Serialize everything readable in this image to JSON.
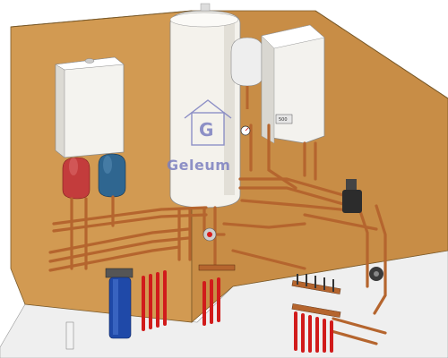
{
  "watermark": {
    "brand": "Geleum",
    "letter": "G"
  },
  "controller_label": "500",
  "colors": {
    "wall": "#c9904a",
    "wall_side": "#b98240",
    "floor": "#e8e8e8",
    "copper": "#b5652e",
    "pipe_red": "#d91c1c",
    "tank_white": "#f3f1ec",
    "vessel_red": "#c43b3b",
    "vessel_blue": "#2c5e86",
    "filter_blue": "#1f49a8"
  }
}
